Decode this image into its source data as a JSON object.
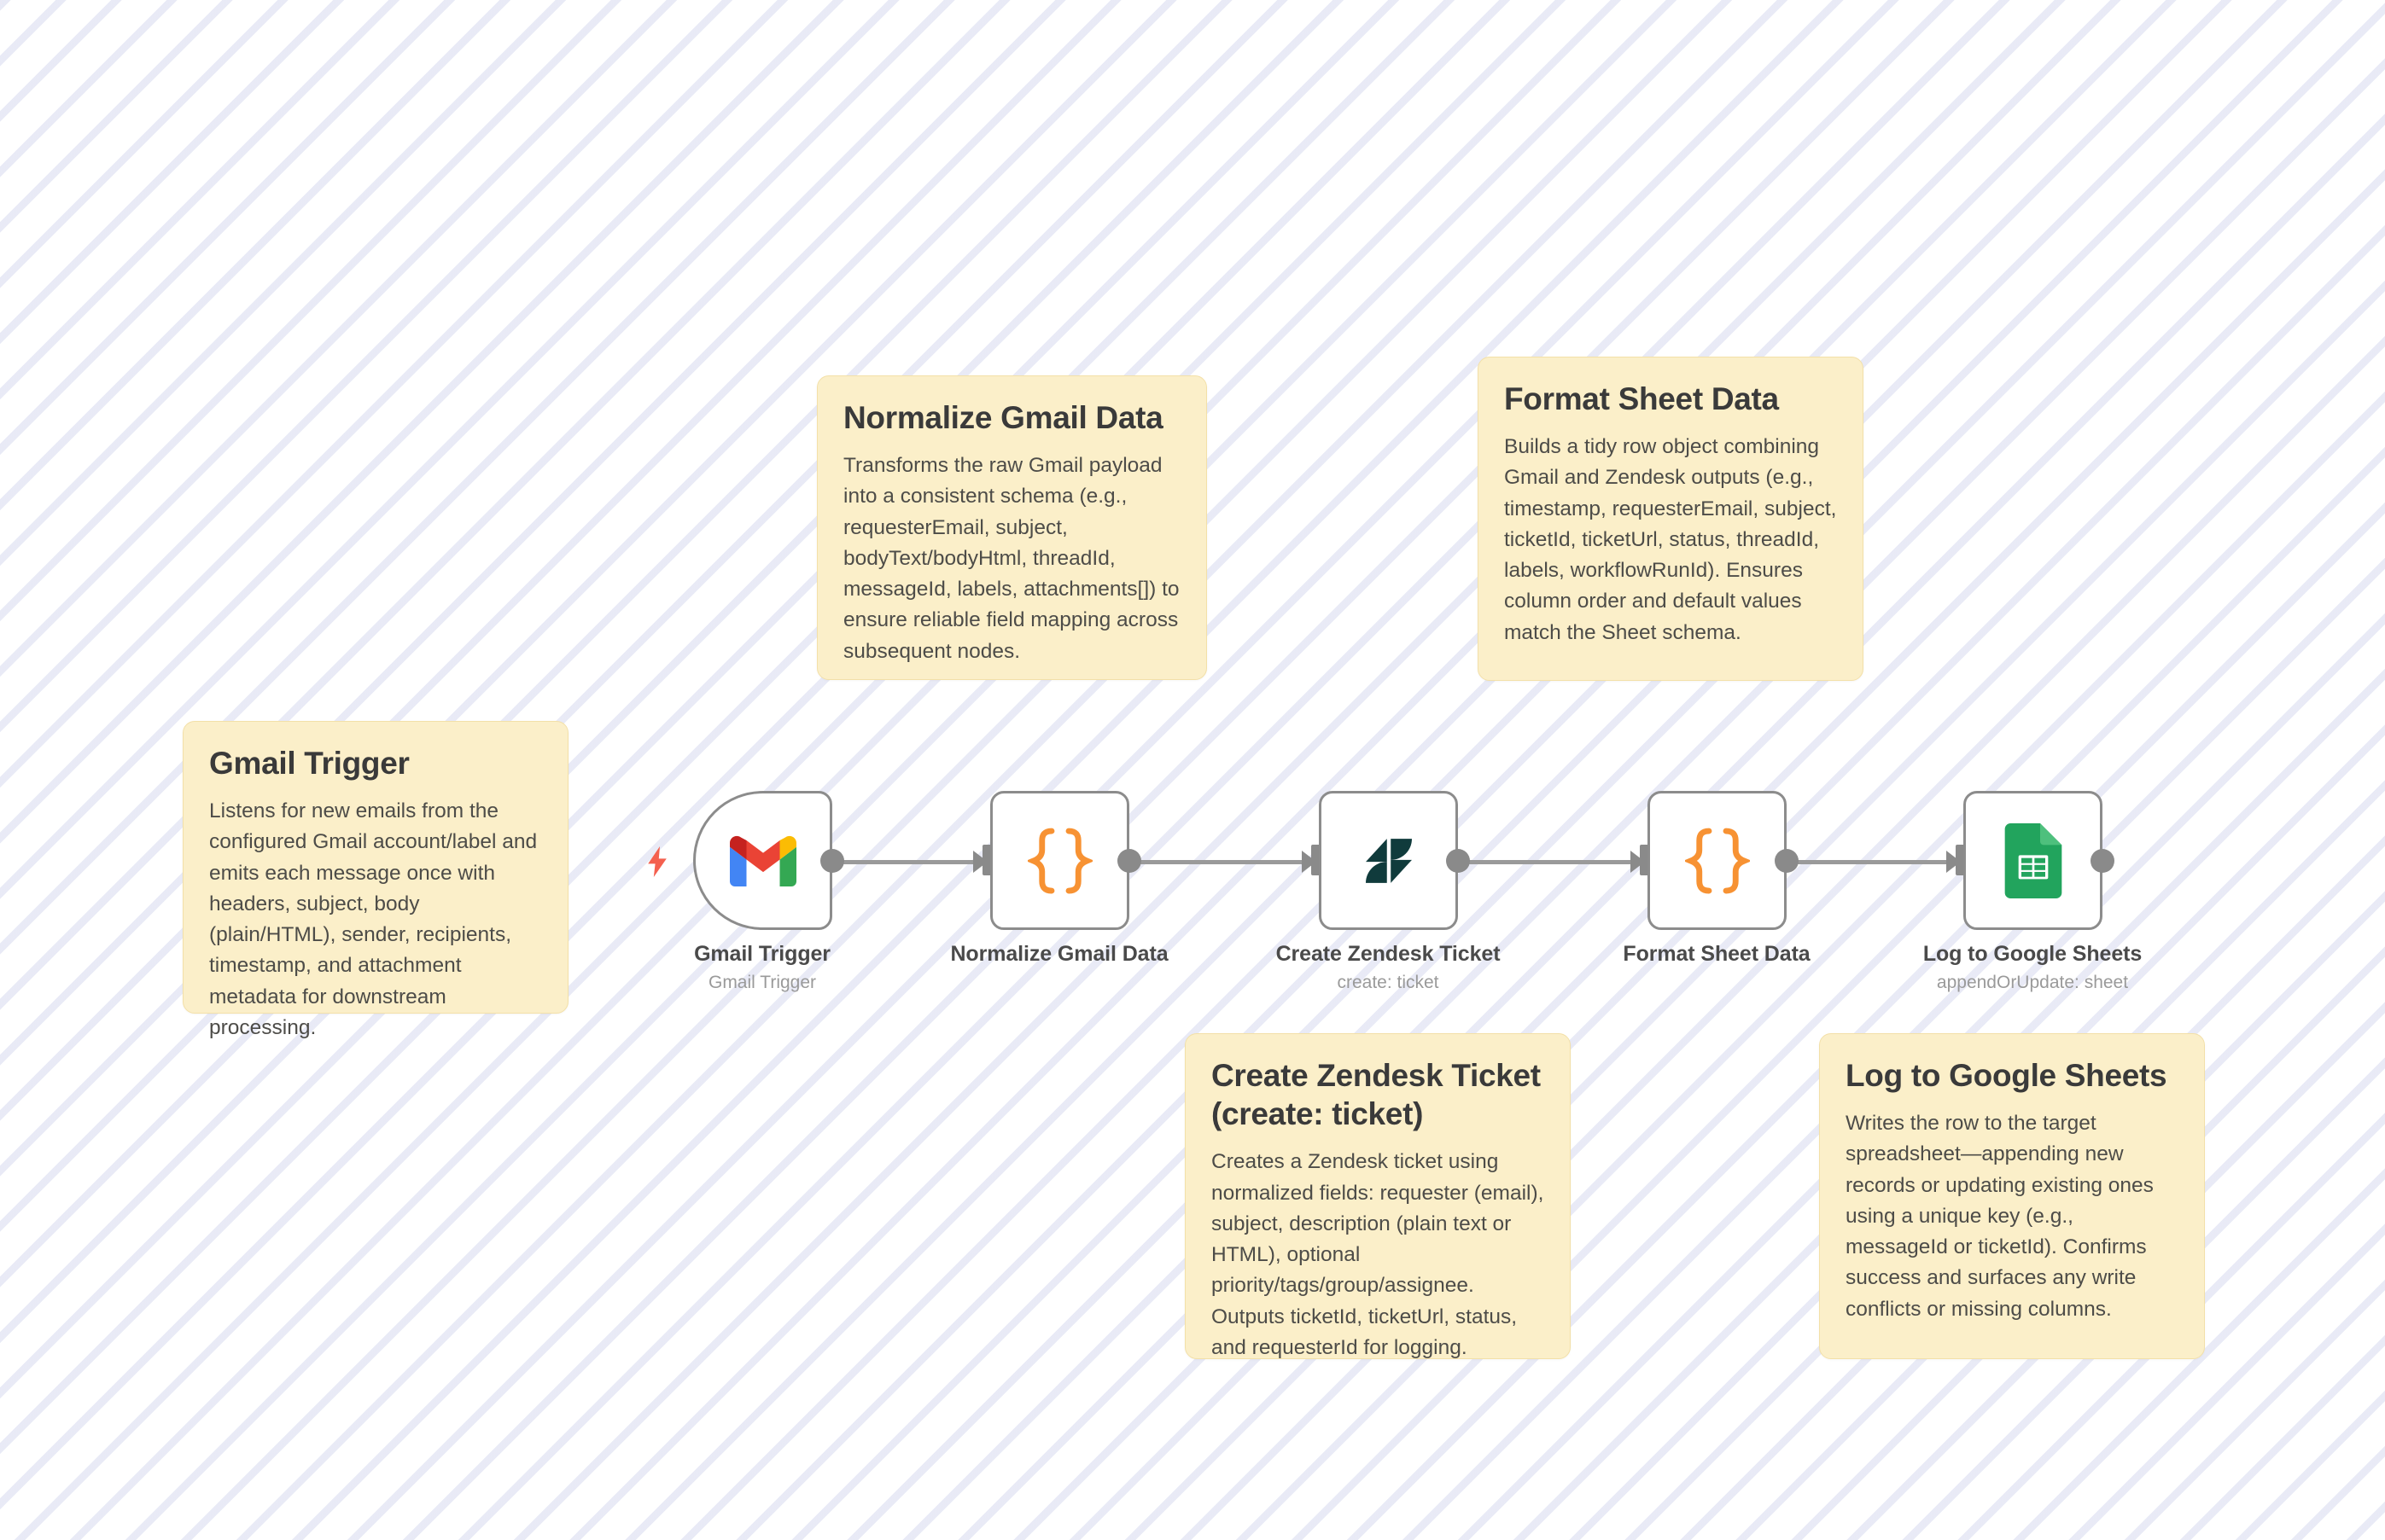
{
  "app": {
    "canvas_name": "workflow-canvas",
    "background_color": "#ffffff",
    "stripe_color": "#dbdef0"
  },
  "colors": {
    "sticky_fill": "#fbefc9",
    "sticky_border": "#f3e0a8",
    "node_border": "#8c8c8c",
    "connector": "#8a8a8a",
    "code_orange": "#f79233",
    "trigger_bolt": "#f4604f",
    "zendesk_teal": "#103b3c",
    "sheets_green": "#23a council",
    "sheets_green_hex": "#22a45d",
    "label_text": "#4a4a4a",
    "sublabel_text": "#9a9a9a"
  },
  "notes": [
    {
      "id": "note-gmail-trigger",
      "icon": "sticky-note-icon",
      "title": "Gmail Trigger",
      "body": "Listens for new emails from the configured Gmail account/label and emits each message once with headers, subject, body (plain/HTML), sender, recipients, timestamp, and attachment metadata for downstream processing."
    },
    {
      "id": "note-normalize-gmail-data",
      "icon": "sticky-note-icon",
      "title": "Normalize Gmail Data",
      "body": "Transforms the raw Gmail payload into a consistent schema (e.g., requesterEmail, subject, bodyText/bodyHtml, threadId, messageId, labels, attachments[]) to ensure reliable field mapping across subsequent nodes."
    },
    {
      "id": "note-format-sheet-data",
      "icon": "sticky-note-icon",
      "title": "Format Sheet Data",
      "body": "Builds a tidy row object combining Gmail and Zendesk outputs (e.g., timestamp, requesterEmail, subject, ticketId, ticketUrl, status, threadId, labels, workflowRunId). Ensures column order and default values match the Sheet schema."
    },
    {
      "id": "note-create-zendesk-ticket",
      "icon": "sticky-note-icon",
      "title": "Create Zendesk Ticket (create: ticket)",
      "body": "Creates a Zendesk ticket using normalized fields: requester (email), subject, description (plain text or HTML), optional priority/tags/group/assignee. Outputs ticketId, ticketUrl, status, and requesterId for logging."
    },
    {
      "id": "note-log-to-google-sheets",
      "icon": "sticky-note-icon",
      "title": "Log to Google Sheets",
      "body": "Writes the row to the target spreadsheet—appending new records or updating existing ones using a unique key (e.g., messageId or ticketId). Confirms success and surfaces any write conflicts or missing columns."
    }
  ],
  "nodes": [
    {
      "id": "node-gmail-trigger",
      "label": "Gmail Trigger",
      "sublabel": "Gmail Trigger",
      "icon": "gmail-icon",
      "type": "trigger",
      "has_bolt": true
    },
    {
      "id": "node-normalize-gmail-data",
      "label": "Normalize Gmail Data",
      "sublabel": "",
      "icon": "code-braces-icon",
      "type": "code",
      "has_bolt": false
    },
    {
      "id": "node-create-zendesk-ticket",
      "label": "Create Zendesk Ticket",
      "sublabel": "create: ticket",
      "icon": "zendesk-icon",
      "type": "action",
      "has_bolt": false
    },
    {
      "id": "node-format-sheet-data",
      "label": "Format Sheet Data",
      "sublabel": "",
      "icon": "code-braces-icon",
      "type": "code",
      "has_bolt": false
    },
    {
      "id": "node-log-to-google-sheets",
      "label": "Log to Google Sheets",
      "sublabel": "appendOrUpdate: sheet",
      "icon": "google-sheets-icon",
      "type": "action",
      "has_bolt": false
    }
  ],
  "code_icon_glyph": "{ }"
}
